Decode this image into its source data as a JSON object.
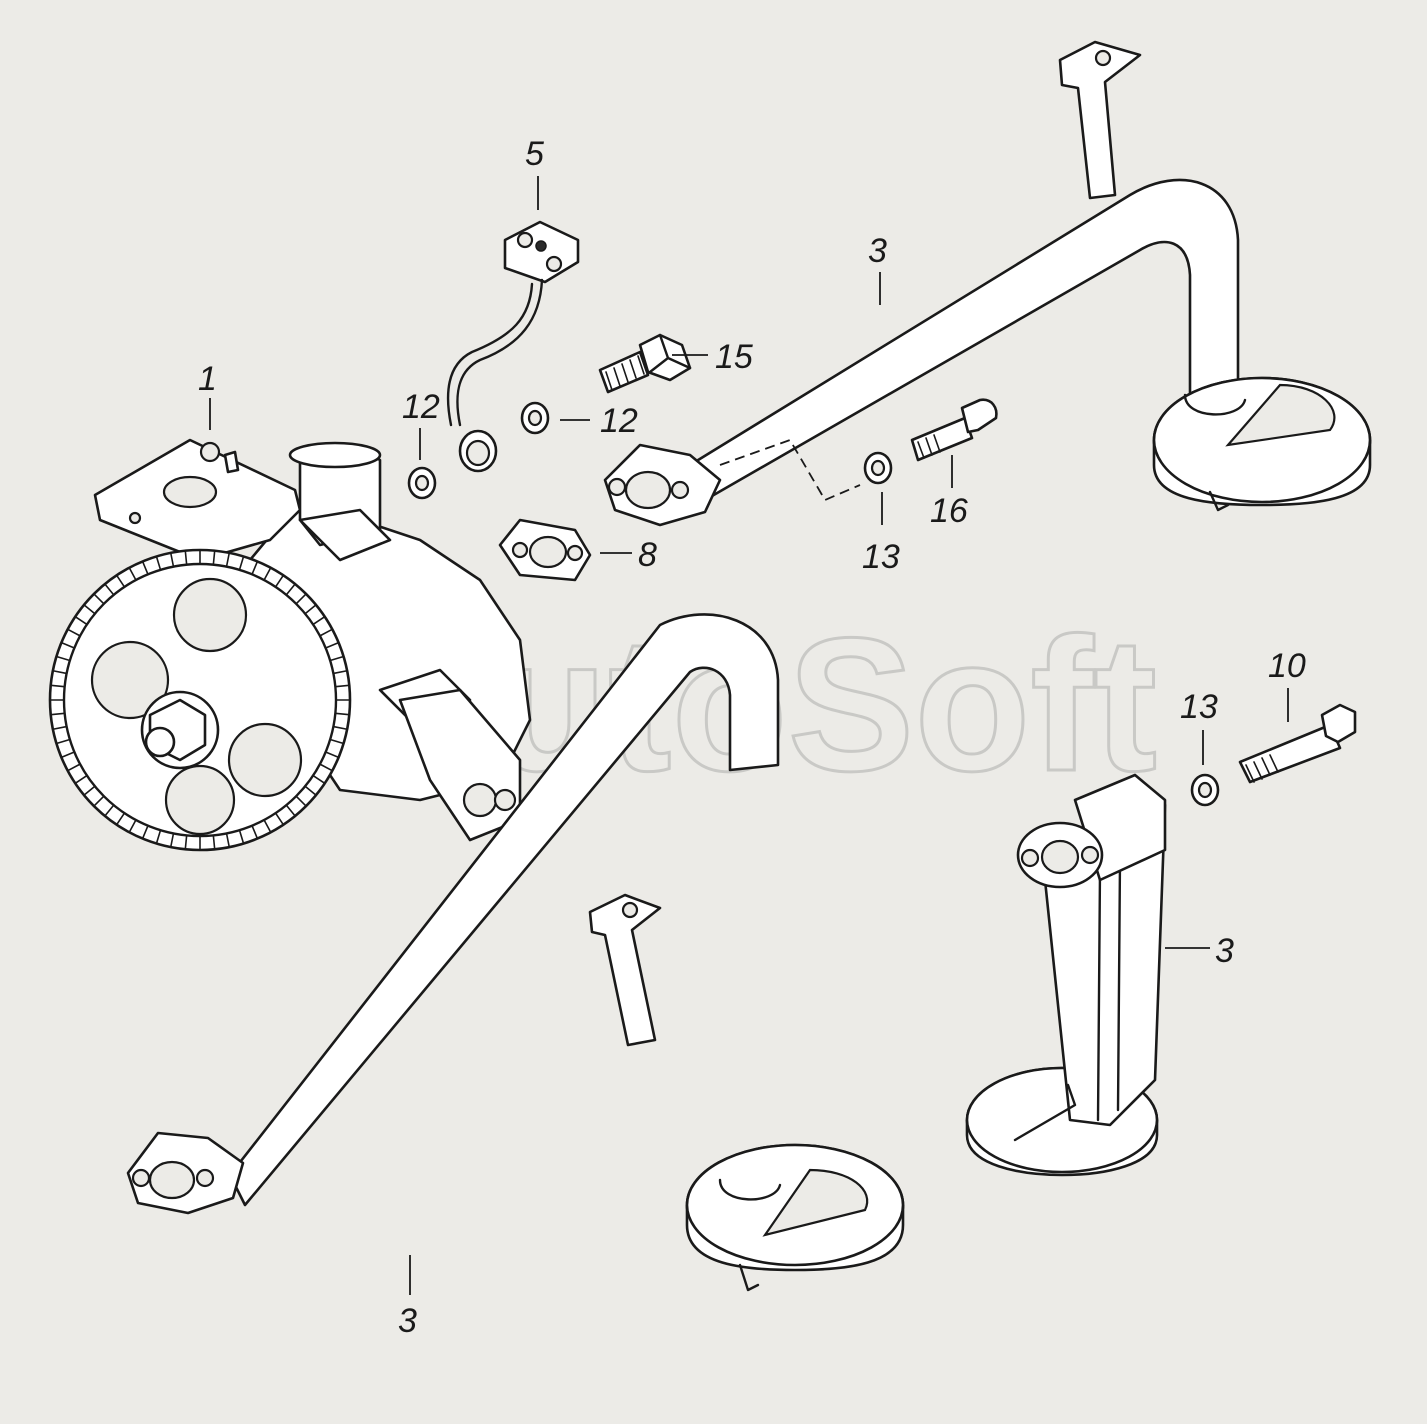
{
  "watermark": "AutoSoft",
  "callouts": {
    "pump": "1",
    "pipe_top": "3",
    "pipe_bottom": "3",
    "pipe_right": "3",
    "tube": "5",
    "gasket": "8",
    "bolt_10": "10",
    "washer_12a": "12",
    "washer_12b": "12",
    "washer_13a": "13",
    "washer_13b": "13",
    "bolt_15": "15",
    "bolt_16": "16"
  }
}
